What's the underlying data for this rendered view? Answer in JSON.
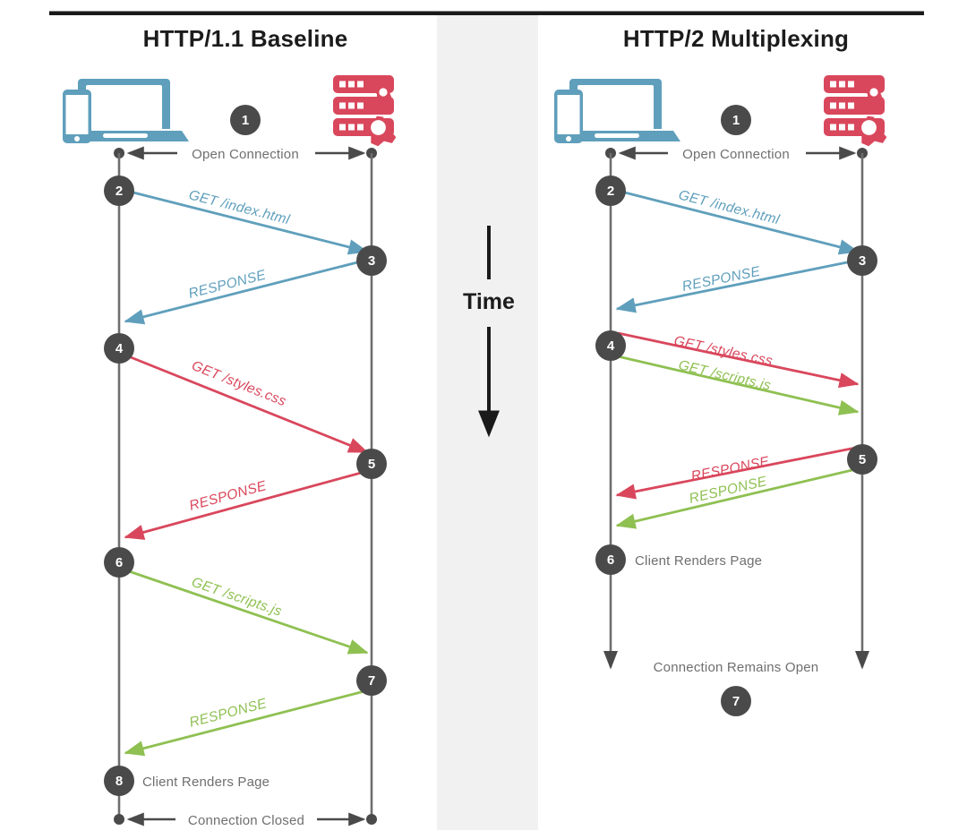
{
  "page": {
    "background": "#ffffff",
    "top_rule_color": "#1a1a1a",
    "center_band_color": "#f1f1f1"
  },
  "palette": {
    "blue": "#5f9fbc",
    "red": "#d9475c",
    "green": "#8fc052",
    "node_gray": "#4a4a4a",
    "lifeline_gray": "#6e6e6e",
    "label_gray": "#6f6f6f",
    "title_black": "#1c1c1c",
    "client_icon": "#5f9fbc",
    "server_icon": "#d9475c"
  },
  "center": {
    "time_label": "Time",
    "arrow_direction": "down"
  },
  "panels": [
    {
      "id": "http11",
      "title": "HTTP/1.1 Baseline",
      "client_icon": "client-devices-icon",
      "server_icon": "server-stack-icon",
      "open_badge": "1",
      "open_label": "Open Connection",
      "close_label": "Connection Closed",
      "has_close_row": true,
      "render_node": "8",
      "render_label": "Client Renders Page",
      "nodes": [
        "2",
        "3",
        "4",
        "5",
        "6",
        "7",
        "8"
      ],
      "messages": [
        {
          "label": "GET /index.html",
          "color": "blue",
          "direction": "to-server",
          "from_node": "2",
          "to_node": "3"
        },
        {
          "label": "RESPONSE",
          "color": "blue",
          "direction": "to-client",
          "from_node": "3",
          "to_node": "4"
        },
        {
          "label": "GET /styles.css",
          "color": "red",
          "direction": "to-server",
          "from_node": "4",
          "to_node": "5"
        },
        {
          "label": "RESPONSE",
          "color": "red",
          "direction": "to-client",
          "from_node": "5",
          "to_node": "6"
        },
        {
          "label": "GET /scripts.js",
          "color": "green",
          "direction": "to-server",
          "from_node": "6",
          "to_node": "7"
        },
        {
          "label": "RESPONSE",
          "color": "green",
          "direction": "to-client",
          "from_node": "7",
          "to_node": "8"
        }
      ]
    },
    {
      "id": "http2",
      "title": "HTTP/2 Multiplexing",
      "client_icon": "client-devices-icon",
      "server_icon": "server-stack-icon",
      "open_badge": "1",
      "open_label": "Open Connection",
      "remains_open_label": "Connection Remains Open",
      "remains_open_badge": "7",
      "has_close_row": false,
      "render_node": "6",
      "render_label": "Client Renders Page",
      "nodes": [
        "2",
        "3",
        "4",
        "5",
        "6",
        "7"
      ],
      "messages": [
        {
          "label": "GET /index.html",
          "color": "blue",
          "direction": "to-server",
          "from_node": "2",
          "to_node": "3"
        },
        {
          "label": "RESPONSE",
          "color": "blue",
          "direction": "to-client",
          "from_node": "3",
          "to_node": "4"
        },
        {
          "label": "GET /styles.css",
          "color": "red",
          "direction": "to-server",
          "from_node": "4",
          "to_node": "5"
        },
        {
          "label": "GET /scripts.js",
          "color": "green",
          "direction": "to-server",
          "from_node": "4",
          "to_node": "5"
        },
        {
          "label": "RESPONSE",
          "color": "red",
          "direction": "to-client",
          "from_node": "5",
          "to_node": "6"
        },
        {
          "label": "RESPONSE",
          "color": "green",
          "direction": "to-client",
          "from_node": "5",
          "to_node": "6"
        }
      ]
    }
  ]
}
